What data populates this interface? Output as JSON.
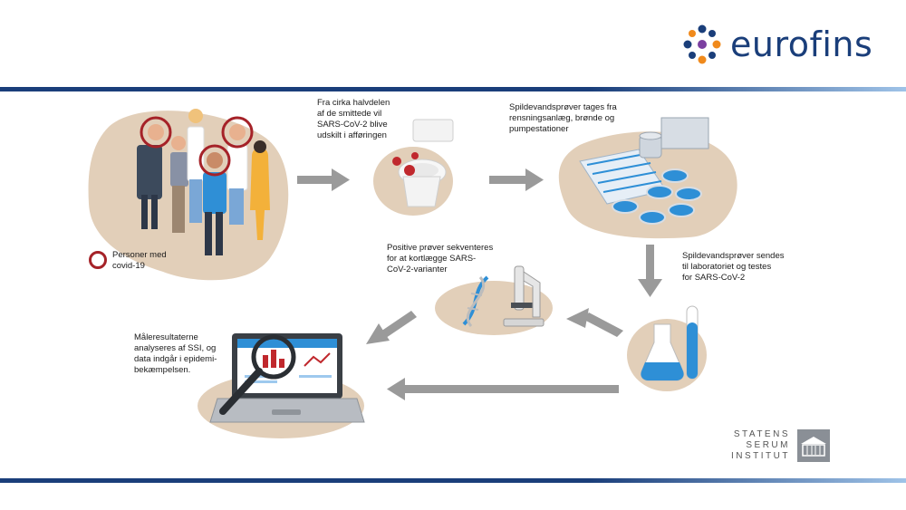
{
  "brand": {
    "name": "eurofins",
    "color": "#1a3e7a"
  },
  "steps": {
    "infected": "Fra cirka halvdelen\naf de smittede vil\nSARS-CoV-2 blive\nudskilt i afføringen",
    "sampling": "Spildevandsprøver tages fra\nrensningsanlæg, brønde og\npumpestationer",
    "lab": "Spildevandsprøver sendes\ntil laboratoriet og testes\nfor SARS-CoV-2",
    "sequencing": "Positive prøver sekventeres\nfor at kortlægge SARS-\nCoV-2-varianter",
    "analysis": "Måleresultaterne\nanalyseres af SSI, og\ndata indgår i epidemi-\nbekæmpelsen."
  },
  "legend": {
    "label": "Personer med\ncovid-19",
    "ring_color": "#a52228"
  },
  "ssi": {
    "line1": "STATENS",
    "line2": "SERUM",
    "line3": "INSTITUT"
  },
  "icons": [
    "people-group-icon",
    "toilet-icon",
    "treatment-plant-icon",
    "lab-flask-icon",
    "dna-microscope-icon",
    "laptop-magnifier-icon",
    "arrow-icon"
  ],
  "colors": {
    "blob": "#e2cfb9",
    "arrow": "#9a9a9a",
    "virus": "#c0282d",
    "blue": "#2e8fd6"
  }
}
